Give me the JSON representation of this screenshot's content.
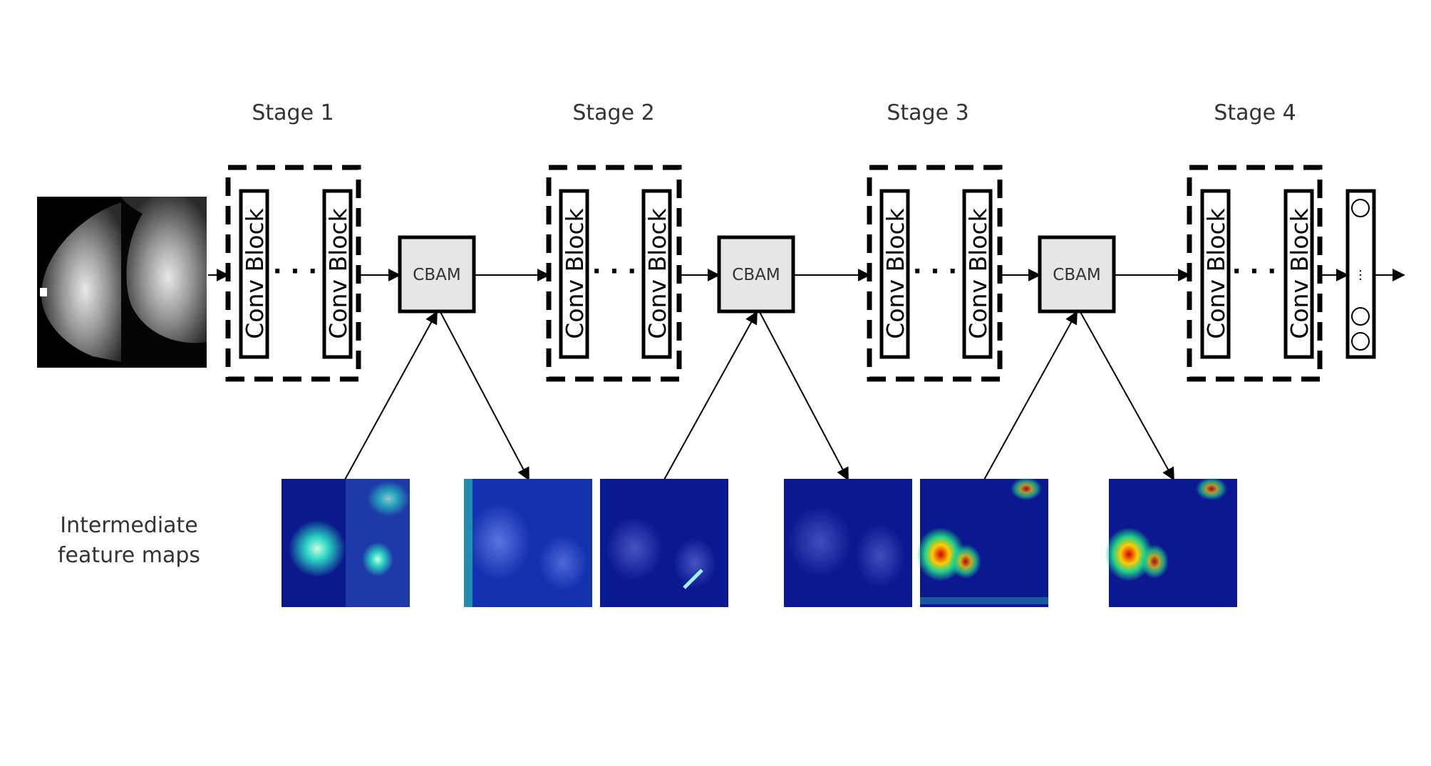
{
  "stages": [
    {
      "label": "Stage 1"
    },
    {
      "label": "Stage 2"
    },
    {
      "label": "Stage 3"
    },
    {
      "label": "Stage 4"
    }
  ],
  "block_label": "Conv Block",
  "ellipsis": "· · ·",
  "attention_label": "CBAM",
  "fc_ellipsis": "···",
  "side_label": {
    "line1": "Intermediate",
    "line2": "feature maps"
  },
  "colors": {
    "stroke": "#000000",
    "cbam_fill": "#e6e6e6",
    "heat_low": "#0a1a8c",
    "heat_mid": "#27c3d9",
    "heat_high": "#e01010"
  }
}
